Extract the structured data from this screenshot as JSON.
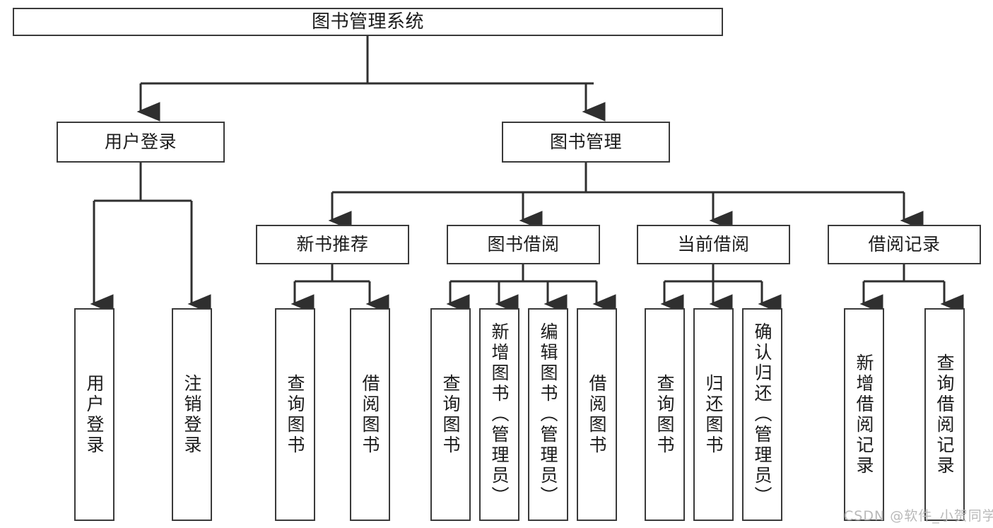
{
  "diagram": {
    "type": "tree-hierarchy",
    "title": "图书管理系统",
    "watermark": "CSDN @软件_小贺同学",
    "colors": {
      "box_border": "#3a3a3a",
      "box_fill": "#ffffff",
      "connector": "#2f2f2f",
      "text": "#1b1b1b",
      "watermark": "#b9b9b9"
    },
    "nodes": {
      "root": {
        "label": "图书管理系统",
        "orientation": "horizontal"
      },
      "level1": [
        {
          "label": "用户登录",
          "orientation": "horizontal"
        },
        {
          "label": "图书管理",
          "orientation": "horizontal"
        }
      ],
      "level2": [
        {
          "label": "新书推荐",
          "orientation": "horizontal"
        },
        {
          "label": "图书借阅",
          "orientation": "horizontal"
        },
        {
          "label": "当前借阅",
          "orientation": "horizontal"
        },
        {
          "label": "借阅记录",
          "orientation": "horizontal"
        }
      ],
      "leaves": {
        "user_login": [
          {
            "label": "用户登录",
            "orientation": "vertical"
          },
          {
            "label": "注销登录",
            "orientation": "vertical"
          }
        ],
        "new_book_recommend": [
          {
            "label": "查询图书",
            "orientation": "vertical"
          },
          {
            "label": "借阅图书",
            "orientation": "vertical"
          }
        ],
        "book_borrow": [
          {
            "label": "查询图书",
            "orientation": "vertical"
          },
          {
            "label": "新增图书（管理员）",
            "orientation": "vertical"
          },
          {
            "label": "编辑图书（管理员）",
            "orientation": "vertical"
          },
          {
            "label": "借阅图书",
            "orientation": "vertical"
          }
        ],
        "current_borrow": [
          {
            "label": "查询图书",
            "orientation": "vertical"
          },
          {
            "label": "归还图书",
            "orientation": "vertical"
          },
          {
            "label": "确认归还（管理员）",
            "orientation": "vertical"
          }
        ],
        "borrow_record": [
          {
            "label": "新增借阅记录",
            "orientation": "vertical"
          },
          {
            "label": "查询借阅记录",
            "orientation": "vertical"
          }
        ]
      }
    },
    "edges": [
      {
        "from": "图书管理系统",
        "to": "用户登录"
      },
      {
        "from": "图书管理系统",
        "to": "图书管理"
      },
      {
        "from": "图书管理",
        "to": "新书推荐"
      },
      {
        "from": "图书管理",
        "to": "图书借阅"
      },
      {
        "from": "图书管理",
        "to": "当前借阅"
      },
      {
        "from": "图书管理",
        "to": "借阅记录"
      },
      {
        "from": "用户登录",
        "to": "用户登录(叶)"
      },
      {
        "from": "用户登录",
        "to": "注销登录"
      },
      {
        "from": "新书推荐",
        "to": "查询图书"
      },
      {
        "from": "新书推荐",
        "to": "借阅图书"
      },
      {
        "from": "图书借阅",
        "to": "查询图书"
      },
      {
        "from": "图书借阅",
        "to": "新增图书（管理员）"
      },
      {
        "from": "图书借阅",
        "to": "编辑图书（管理员）"
      },
      {
        "from": "图书借阅",
        "to": "借阅图书"
      },
      {
        "from": "当前借阅",
        "to": "查询图书"
      },
      {
        "from": "当前借阅",
        "to": "归还图书"
      },
      {
        "from": "当前借阅",
        "to": "确认归还（管理员）"
      },
      {
        "from": "借阅记录",
        "to": "新增借阅记录"
      },
      {
        "from": "借阅记录",
        "to": "查询借阅记录"
      }
    ]
  }
}
